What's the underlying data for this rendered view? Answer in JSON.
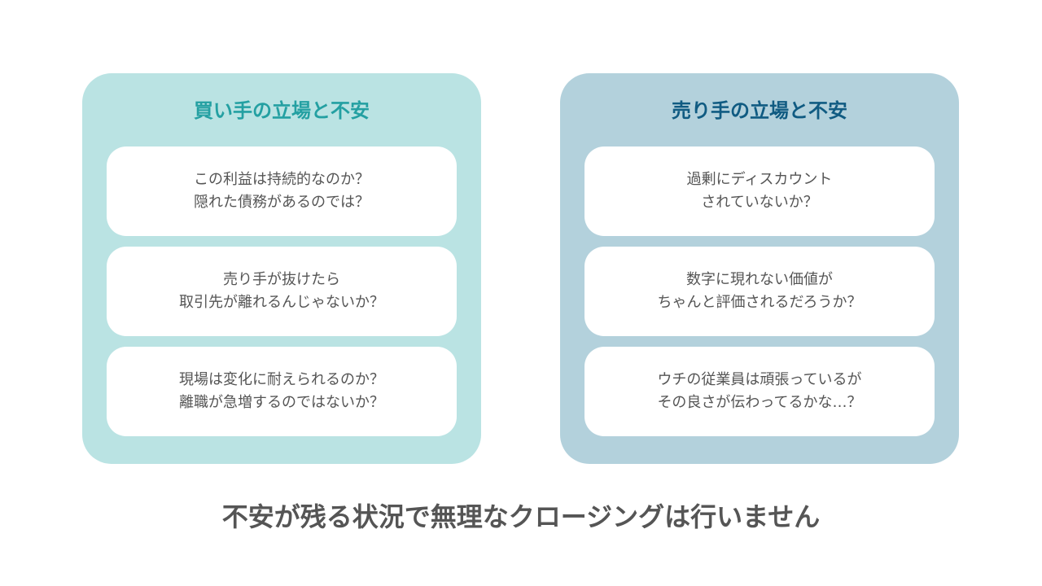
{
  "buyer_panel": {
    "title": "買い手の立場と不安",
    "cards": [
      {
        "line1": "この利益は持続的なのか？",
        "line2": "隠れた債務があるのでは？"
      },
      {
        "line1": "売り手が抜けたら",
        "line2": "取引先が離れるんじゃないか？"
      },
      {
        "line1": "現場は変化に耐えられるのか？",
        "line2": "離職が急増するのではないか？"
      }
    ]
  },
  "seller_panel": {
    "title": "売り手の立場と不安",
    "cards": [
      {
        "line1": "過剰にディスカウント",
        "line2": "されていないか？"
      },
      {
        "line1": "数字に現れない価値が",
        "line2": "ちゃんと評価されるだろうか？"
      },
      {
        "line1": "ウチの従業員は頑張っているが",
        "line2": "その良さが伝わってるかな…？"
      }
    ]
  },
  "footer": {
    "text": "不安が残る状況で無理なクロージングは行いません"
  },
  "colors": {
    "buyer_panel_bg": "#bae3e3",
    "buyer_title": "#24a0a2",
    "seller_panel_bg": "#b3d1dc",
    "seller_title": "#105b82",
    "card_bg": "#ffffff",
    "body_text": "#555555"
  }
}
